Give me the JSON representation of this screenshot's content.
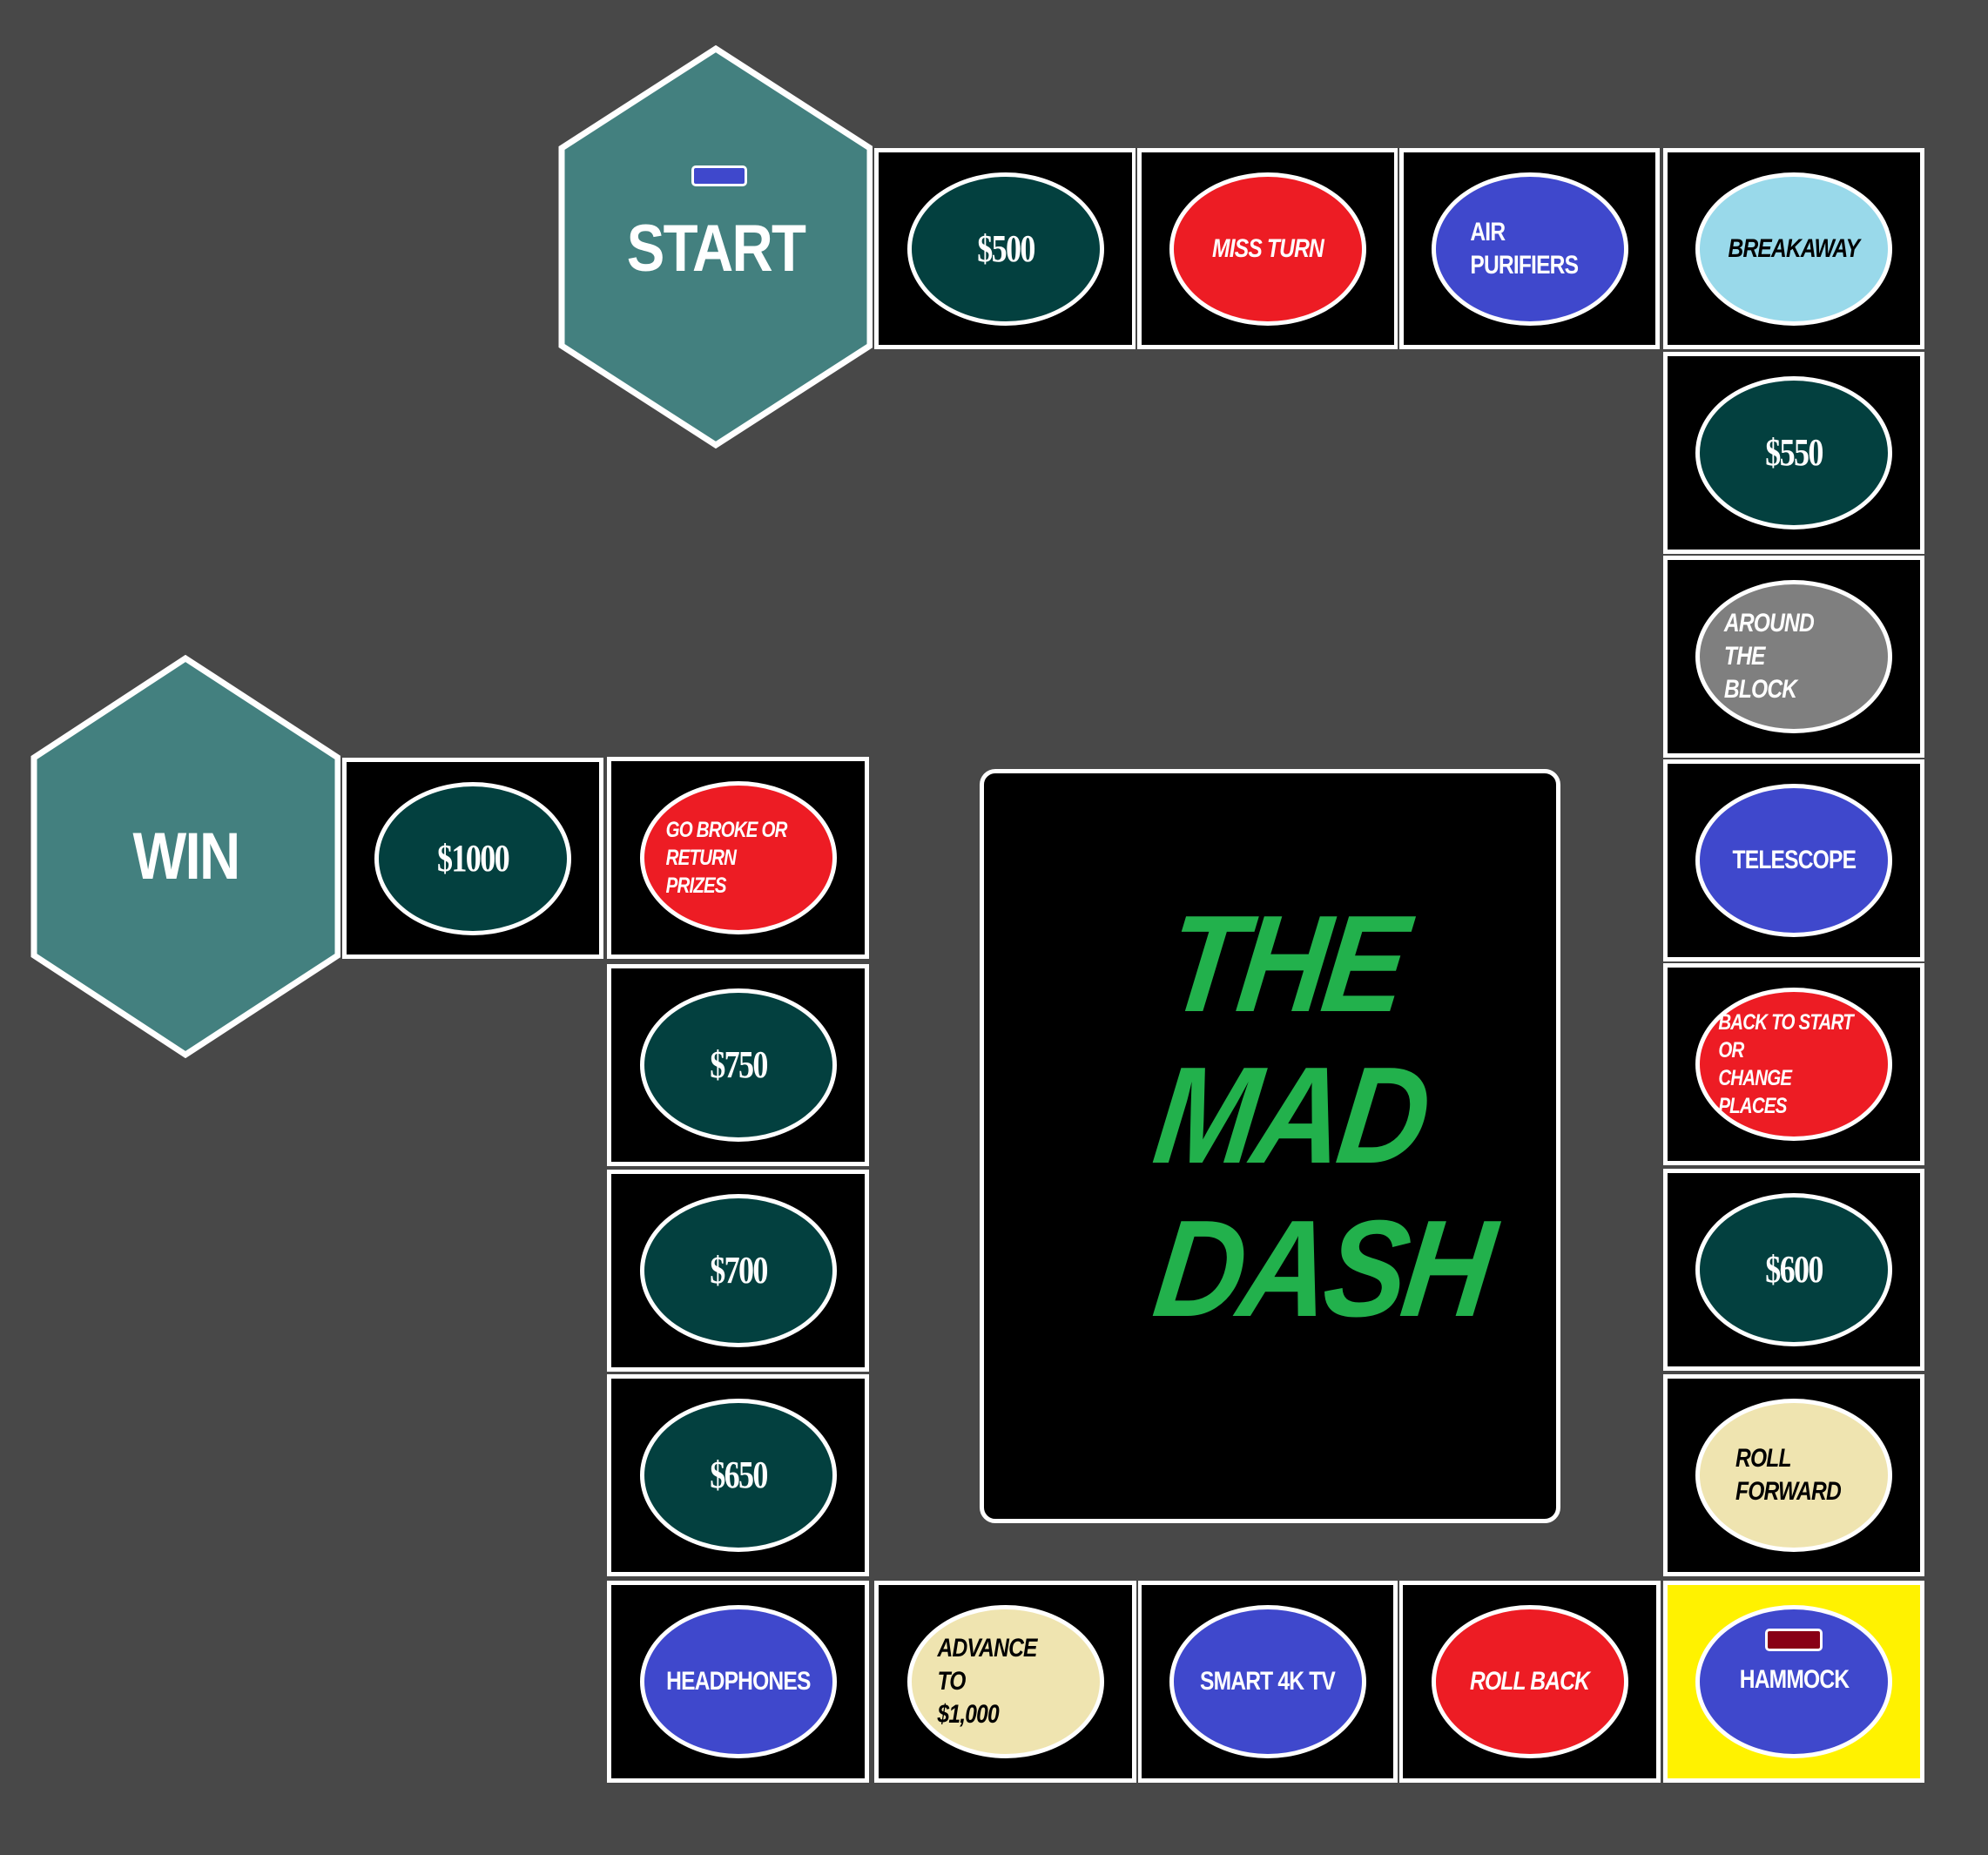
{
  "game": {
    "title_lines": [
      "THE",
      "MAD",
      "DASH"
    ],
    "title_color": "#22b14c"
  },
  "colors": {
    "background": "#484848",
    "hex_fill": "#43807f",
    "money": "#03403f",
    "prize": "#3f48cc",
    "penalty": "#ed1c24",
    "breakaway": "#99d9ea",
    "around": "#7f7f7f",
    "advance": "#efe4b0",
    "highlight": "#fff200",
    "player_blue": "#3f48cc",
    "player_red": "#880015"
  },
  "start": {
    "label": "START",
    "token_color": "#3f48cc"
  },
  "win": {
    "label": "WIN"
  },
  "spaces": [
    {
      "id": "s500",
      "label": "$500",
      "type": "money",
      "color": "#03403f"
    },
    {
      "id": "miss-turn",
      "label": "MISS TURN",
      "type": "penalty",
      "color": "#ed1c24"
    },
    {
      "id": "air-purifiers",
      "label": "AIR\nPURIFIERS",
      "type": "prize",
      "color": "#3f48cc"
    },
    {
      "id": "breakaway",
      "label": "BREAKAWAY",
      "type": "action",
      "color": "#99d9ea"
    },
    {
      "id": "s550",
      "label": "$550",
      "type": "money",
      "color": "#03403f"
    },
    {
      "id": "around-the-block",
      "label": "AROUND THE\nBLOCK",
      "type": "action",
      "color": "#7f7f7f"
    },
    {
      "id": "telescope",
      "label": "TELESCOPE",
      "type": "prize",
      "color": "#3f48cc"
    },
    {
      "id": "back-to-start",
      "label": "BACK TO START OR\nCHANGE PLACES",
      "type": "penalty",
      "color": "#ed1c24"
    },
    {
      "id": "s600",
      "label": "$600",
      "type": "money",
      "color": "#03403f"
    },
    {
      "id": "roll-forward",
      "label": "ROLL\nFORWARD",
      "type": "action",
      "color": "#efe4b0"
    },
    {
      "id": "hammock",
      "label": "HAMMOCK",
      "type": "prize",
      "color": "#3f48cc",
      "highlighted": true,
      "token_color": "#880015"
    },
    {
      "id": "roll-back",
      "label": "ROLL BACK",
      "type": "penalty",
      "color": "#ed1c24"
    },
    {
      "id": "smart-4k-tv",
      "label": "SMART 4K TV",
      "type": "prize",
      "color": "#3f48cc"
    },
    {
      "id": "advance-to-1000",
      "label": "ADVANCE TO\n$1,000",
      "type": "action",
      "color": "#efe4b0"
    },
    {
      "id": "headphones",
      "label": "HEADPHONES",
      "type": "prize",
      "color": "#3f48cc"
    },
    {
      "id": "s650",
      "label": "$650",
      "type": "money",
      "color": "#03403f"
    },
    {
      "id": "s700",
      "label": "$700",
      "type": "money",
      "color": "#03403f"
    },
    {
      "id": "s750",
      "label": "$750",
      "type": "money",
      "color": "#03403f"
    },
    {
      "id": "go-broke",
      "label": "GO BROKE OR\nRETURN PRIZES",
      "type": "penalty",
      "color": "#ed1c24"
    },
    {
      "id": "s1000",
      "label": "$1000",
      "type": "money",
      "color": "#03403f"
    }
  ]
}
